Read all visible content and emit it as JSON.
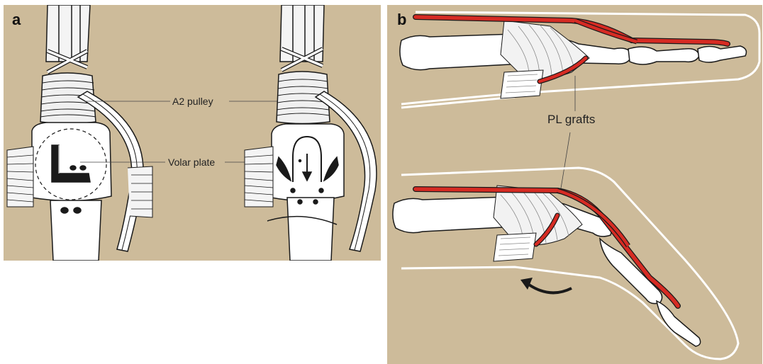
{
  "panels": [
    {
      "letter": "a",
      "labels": {
        "a2_pulley": "A2 pulley",
        "volar_plate": "Volar plate"
      }
    },
    {
      "letter": "b",
      "labels": {
        "pl_grafts": "PL grafts"
      }
    }
  ],
  "colors": {
    "background": "#cdbb9a",
    "bone": "#ffffff",
    "outline": "#1a1a1a",
    "graft": "#d62b23",
    "skin_outline": "#ffffff"
  }
}
